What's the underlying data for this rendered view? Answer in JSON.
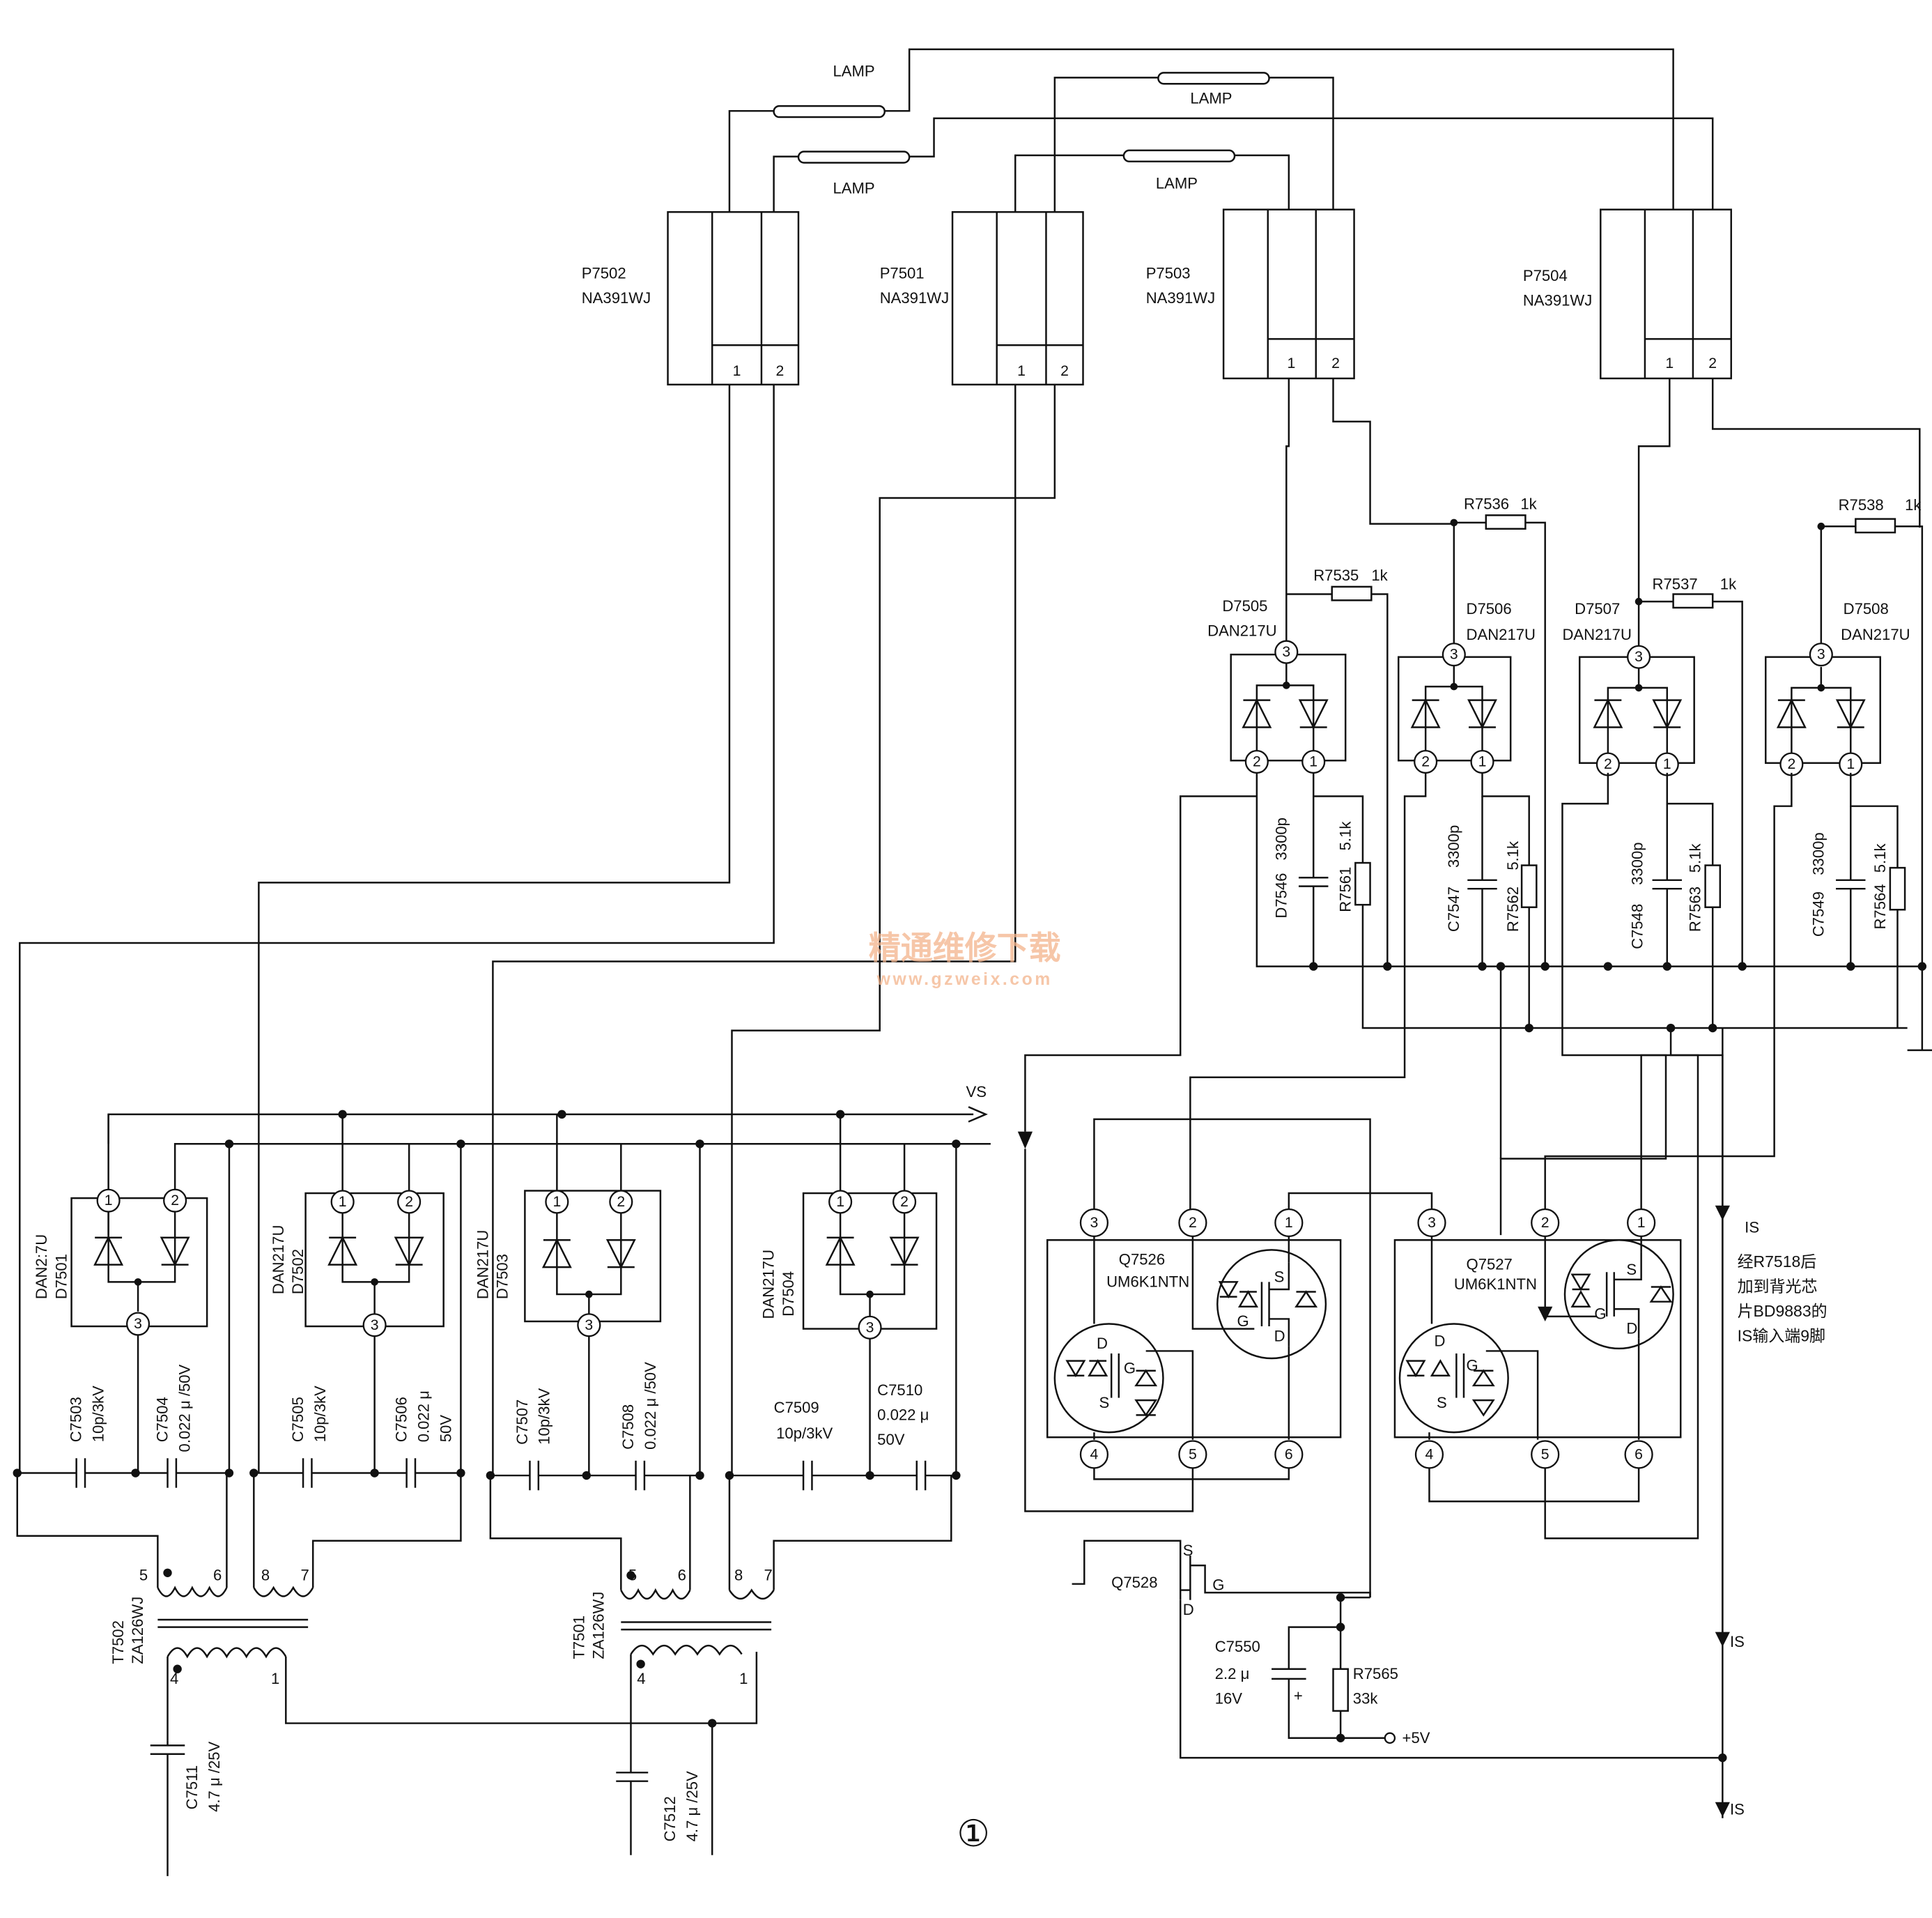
{
  "watermark": {
    "cn": "精通维修下载",
    "url": "www.gzweix.com"
  },
  "lamps": [
    "LAMP",
    "LAMP",
    "LAMP",
    "LAMP"
  ],
  "connectors": [
    {
      "ref": "P7502",
      "part": "NA391WJ",
      "pin1": "1",
      "pin2": "2"
    },
    {
      "ref": "P7501",
      "part": "NA391WJ",
      "pin1": "1",
      "pin2": "2"
    },
    {
      "ref": "P7503",
      "part": "NA391WJ",
      "pin1": "1",
      "pin2": "2"
    },
    {
      "ref": "P7504",
      "part": "NA391WJ",
      "pin1": "1",
      "pin2": "2"
    }
  ],
  "sense_diodes": [
    {
      "ref": "D7505",
      "part": "DAN217U"
    },
    {
      "ref": "D7506",
      "part": "DAN217U"
    },
    {
      "ref": "D7507",
      "part": "DAN217U"
    },
    {
      "ref": "D7508",
      "part": "DAN217U"
    }
  ],
  "top_resistors": [
    "R7535",
    "R7536",
    "R7537",
    "R7538"
  ],
  "top_resistor_values": [
    "1k",
    "1k",
    "1k",
    "1k"
  ],
  "sense_caps": [
    "D7546",
    "C7547",
    "C7548",
    "C7549"
  ],
  "sense_cap_values": [
    "3300p",
    "3300p",
    "3300p",
    "3300p"
  ],
  "sense_resistors": [
    "R7561",
    "R7562",
    "R7563",
    "R7564"
  ],
  "sense_resistor_values": [
    "5.1k",
    "5.1k",
    "5.1k",
    "5.1k"
  ],
  "pin_numbers": {
    "p1": "1",
    "p2": "2",
    "p3": "3",
    "p4": "4",
    "p5": "5",
    "p6": "6"
  },
  "hv_diodes": [
    {
      "part": "DAN2:7U",
      "ref": "D7501"
    },
    {
      "part": "DAN217U",
      "ref": "D7502"
    },
    {
      "part": "DAN217U",
      "ref": "D7503"
    },
    {
      "part": "DAN217U",
      "ref": "D7504"
    }
  ],
  "hv_caps": [
    {
      "ref": "C7503",
      "value": "10p/3kV"
    },
    {
      "ref": "C7504",
      "value": "0.022 μ /50V"
    },
    {
      "ref": "C7505",
      "value": "10p/3kV"
    },
    {
      "ref": "C7506",
      "value": "0.022 μ",
      "value2": "50V"
    },
    {
      "ref": "C7507",
      "value": "10p/3kV"
    },
    {
      "ref": "C7508",
      "value": "0.022 μ /50V"
    },
    {
      "ref": "C7509",
      "value": "10p/3kV"
    },
    {
      "ref": "C7510",
      "value": "0.022 μ",
      "value2": "50V"
    }
  ],
  "vs_label": "VS",
  "transformers": [
    {
      "ref": "T7502",
      "part": "ZA126WJ",
      "p5": "5",
      "p6": "6",
      "p8": "8",
      "p7": "7",
      "p4": "4",
      "p1": "1"
    },
    {
      "ref": "T7501",
      "part": "ZA126WJ",
      "p5": "5",
      "p6": "6",
      "p8": "8",
      "p7": "7",
      "p4": "4",
      "p1": "1"
    }
  ],
  "input_caps": [
    {
      "ref": "C7511",
      "value": "4.7 μ /25V"
    },
    {
      "ref": "C7512",
      "value": "4.7 μ /25V"
    }
  ],
  "mosfets": [
    {
      "ref": "Q7526",
      "part": "UM6K1NTN"
    },
    {
      "ref": "Q7527",
      "part": "UM6K1NTN"
    }
  ],
  "fet_letters": {
    "d": "D",
    "s": "S",
    "g": "G"
  },
  "q7528": {
    "ref": "Q7528",
    "s": "S",
    "g": "G",
    "d": "D"
  },
  "c7550": {
    "ref": "C7550",
    "value": "2.2 μ",
    "value2": "16V",
    "plus": "+"
  },
  "r7565": {
    "ref": "R7565",
    "value": "33k"
  },
  "supply": "+5V",
  "is_label": "IS",
  "note_lines": [
    "经R7518后",
    "加到背光芯",
    "片BD9883的",
    "IS输入端9脚"
  ],
  "figure_number": "①"
}
